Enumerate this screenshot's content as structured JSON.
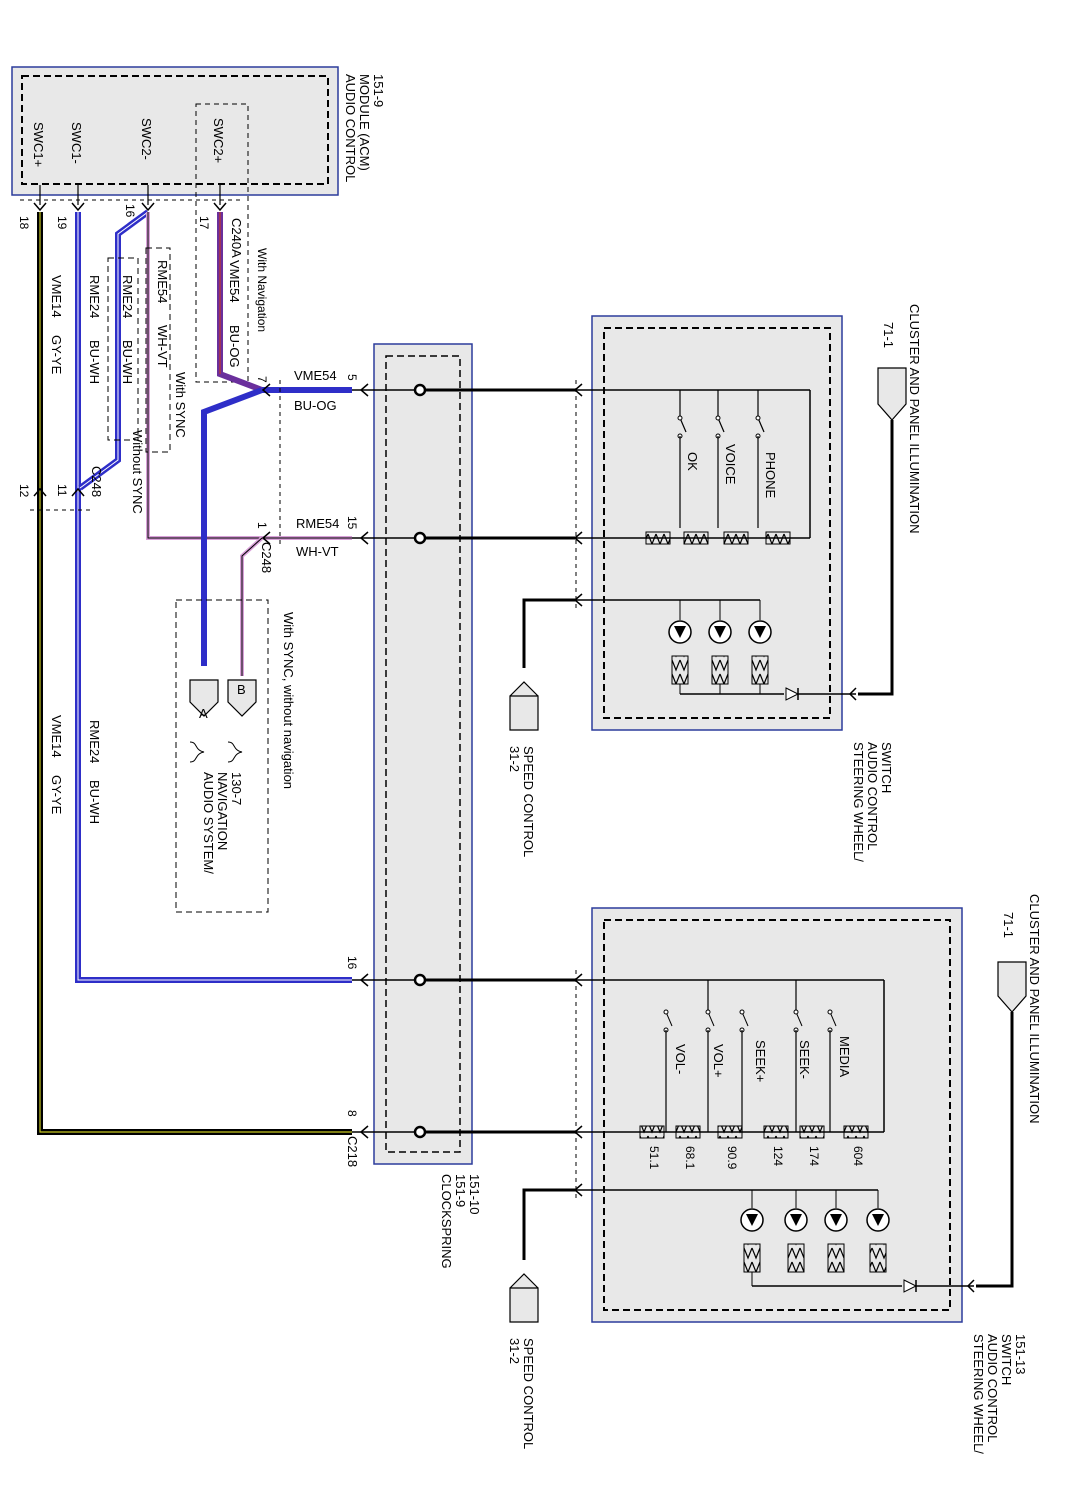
{
  "colors": {
    "blue_wire": "#2e2ec8",
    "black_wire": "#000000",
    "violet_wire": "#d9a0d9",
    "orange_wire": "#c0392b",
    "yellow_wire": "#c8c820",
    "box_fill": "#e8e8e8",
    "box_border": "#2c3c9c",
    "dashed": "#000000"
  },
  "acm": {
    "title_line1": "AUDIO CONTROL",
    "title_line2": "MODULE (ACM)",
    "ref": "151-9",
    "pins": [
      "SWC1+",
      "SWC1-",
      "SWC2-",
      "SWC2+"
    ]
  },
  "connector_acm": {
    "pin_18": "18",
    "pin_19": "19",
    "pin_16": "16",
    "pin_17": "17",
    "name": "C240A"
  },
  "options": {
    "with_navigation": "With Navigation",
    "with_sync": "With SYNC",
    "without_sync": "Without SYNC",
    "with_sync_without_nav": "With SYNC, without navigation"
  },
  "wires": {
    "vme14": "VME14",
    "gy_ye": "GY-YE",
    "rme24": "RME24",
    "bu_wh": "BU-WH",
    "rme54": "RME54",
    "wh_vt": "WH-VT",
    "vme54": "VME54",
    "bu_og": "BU-OG"
  },
  "c248": {
    "name": "C248",
    "pin_12": "12",
    "pin_11": "11",
    "pin_7": "7",
    "pin_1": "1"
  },
  "clockspring": {
    "title": "CLOCKSPRING",
    "ref1": "151-9",
    "ref2": "151-10",
    "pin_5": "5",
    "pin_15": "15",
    "pin_16": "16",
    "pin_8": "8",
    "connector": "C218"
  },
  "nav": {
    "conn_a": "A",
    "conn_b": "B",
    "line1": "AUDIO SYSTEM/",
    "line2": "NAVIGATION",
    "ref": "130-7"
  },
  "switch_top": {
    "line1": "STEERING WHEEL/",
    "line2": "AUDIO CONTROL",
    "line3": "SWITCH",
    "buttons": [
      "OK",
      "VOICE",
      "PHONE"
    ]
  },
  "switch_bottom": {
    "line1": "STEERING WHEEL/",
    "line2": "AUDIO CONTROL",
    "line3": "SWITCH",
    "ref": "151-13",
    "buttons": [
      "VOL-",
      "VOL+",
      "SEEK+",
      "SEEK-",
      "MEDIA"
    ],
    "resistors": [
      "51.1",
      "68.1",
      "90.9",
      "124",
      "174",
      "604"
    ]
  },
  "illumination": {
    "label": "CLUSTER AND PANEL ILLUMINATION",
    "ref": "71-1"
  },
  "speed_control": {
    "label": "SPEED CONTROL",
    "ref": "31-2"
  }
}
